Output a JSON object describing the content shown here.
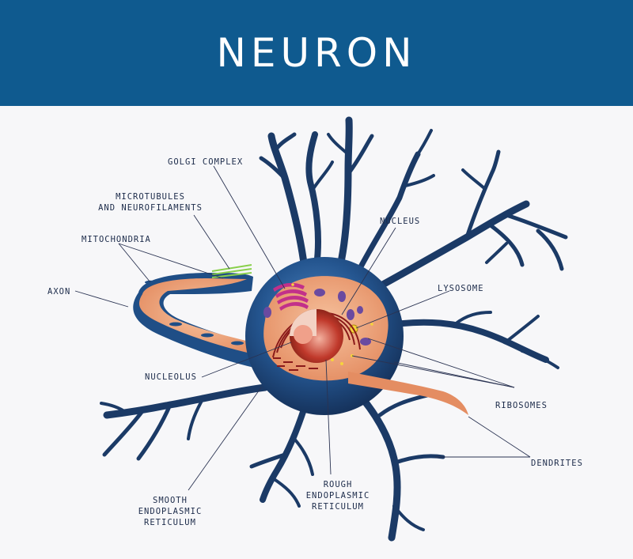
{
  "title": "NEURON",
  "labels": {
    "golgi": "GOLGI COMPLEX",
    "microtubules": "MICROTUBULES\nAND NEUROFILAMENTS",
    "mitochondria": "MITOCHONDRIA",
    "axon": "AXON",
    "nucleus": "NUCLEUS",
    "lysosome": "LYSOSOME",
    "nucleolus": "NUCLEOLUS",
    "ribosomes": "RIBOSOMES",
    "dendrites": "DENDRITES",
    "smooth_er": "SMOOTH\nENDOPLASMIC\nRETICULUM",
    "rough_er": "ROUGH\nENDOPLASMIC\nRETICULUM"
  },
  "colors": {
    "header": "#0f5a8f",
    "cell_body": "#1f4e86",
    "cytoplasm": "#e9a178",
    "dendrite": "#1b3a66",
    "nucleus": "#c0392b",
    "golgi": "#c2308a",
    "mitochondria": "#6a4aa0"
  }
}
